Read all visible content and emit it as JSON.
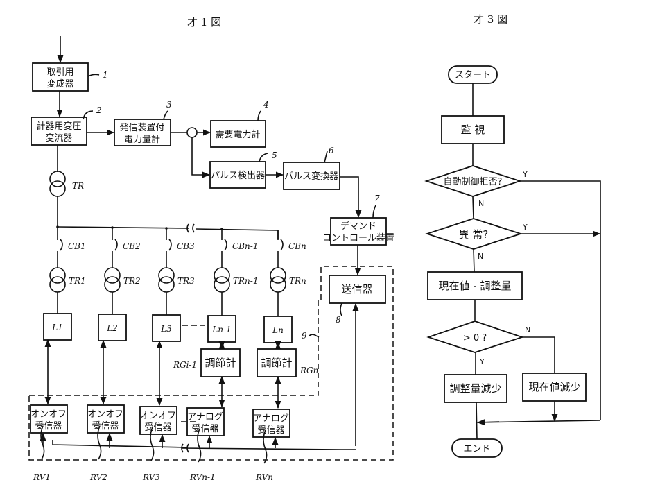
{
  "figure1": {
    "title": "才 1 図",
    "blocks": {
      "b1": {
        "line1": "取引用",
        "line2": "変成器",
        "ref": "1"
      },
      "b2": {
        "line1": "計器用変圧",
        "line2": "変流器",
        "ref": "2"
      },
      "b3": {
        "line1": "発信装置付",
        "line2": "電力量計",
        "ref": "3"
      },
      "b4": {
        "line1": "需要電力計",
        "ref": "4"
      },
      "b5": {
        "line1": "パルス検出器",
        "ref": "5"
      },
      "b6": {
        "line1": "パルス変換器",
        "ref": "6"
      },
      "b7": {
        "line1": "デマンド",
        "line2": "コントロール装置",
        "ref": "7"
      },
      "b8": {
        "line1": "送信器",
        "ref": "8"
      }
    },
    "dashed_group_ref": "9",
    "main_transformer": "TR",
    "branches": [
      {
        "breaker": "CB1",
        "transformer": "TR1",
        "load": "L1",
        "receiver_line1": "オンオフ",
        "receiver_line2": "受信器",
        "receiver_ref": "RV1"
      },
      {
        "breaker": "CB2",
        "transformer": "TR2",
        "load": "L2",
        "receiver_line1": "オンオフ",
        "receiver_line2": "受信器",
        "receiver_ref": "RV2"
      },
      {
        "breaker": "CB3",
        "transformer": "TR3",
        "load": "L3",
        "receiver_line1": "オンオフ",
        "receiver_line2": "受信器",
        "receiver_ref": "RV3"
      },
      {
        "breaker": "CBn-1",
        "transformer": "TRn-1",
        "load": "Ln-1",
        "regulator": "調節計",
        "regulator_ref": "RGi-1",
        "receiver_line1": "アナログ",
        "receiver_line2": "受信器",
        "receiver_ref": "RVn-1"
      },
      {
        "breaker": "CBn",
        "transformer": "TRn",
        "load": "Ln",
        "regulator": "調節計",
        "regulator_ref": "RGn",
        "receiver_line1": "アナログ",
        "receiver_line2": "受信器",
        "receiver_ref": "RVn"
      }
    ]
  },
  "figure3": {
    "title": "才 3 図",
    "start": "スタート",
    "monitor": "監 視",
    "decision1": "自動制御拒否?",
    "decision2": "異 常?",
    "calc": "現在値 - 調整量",
    "decision3": "> 0 ?",
    "action_yes": "調整量減少",
    "action_no": "現在値減少",
    "end": "エンド",
    "yes": "Y",
    "no": "N"
  }
}
